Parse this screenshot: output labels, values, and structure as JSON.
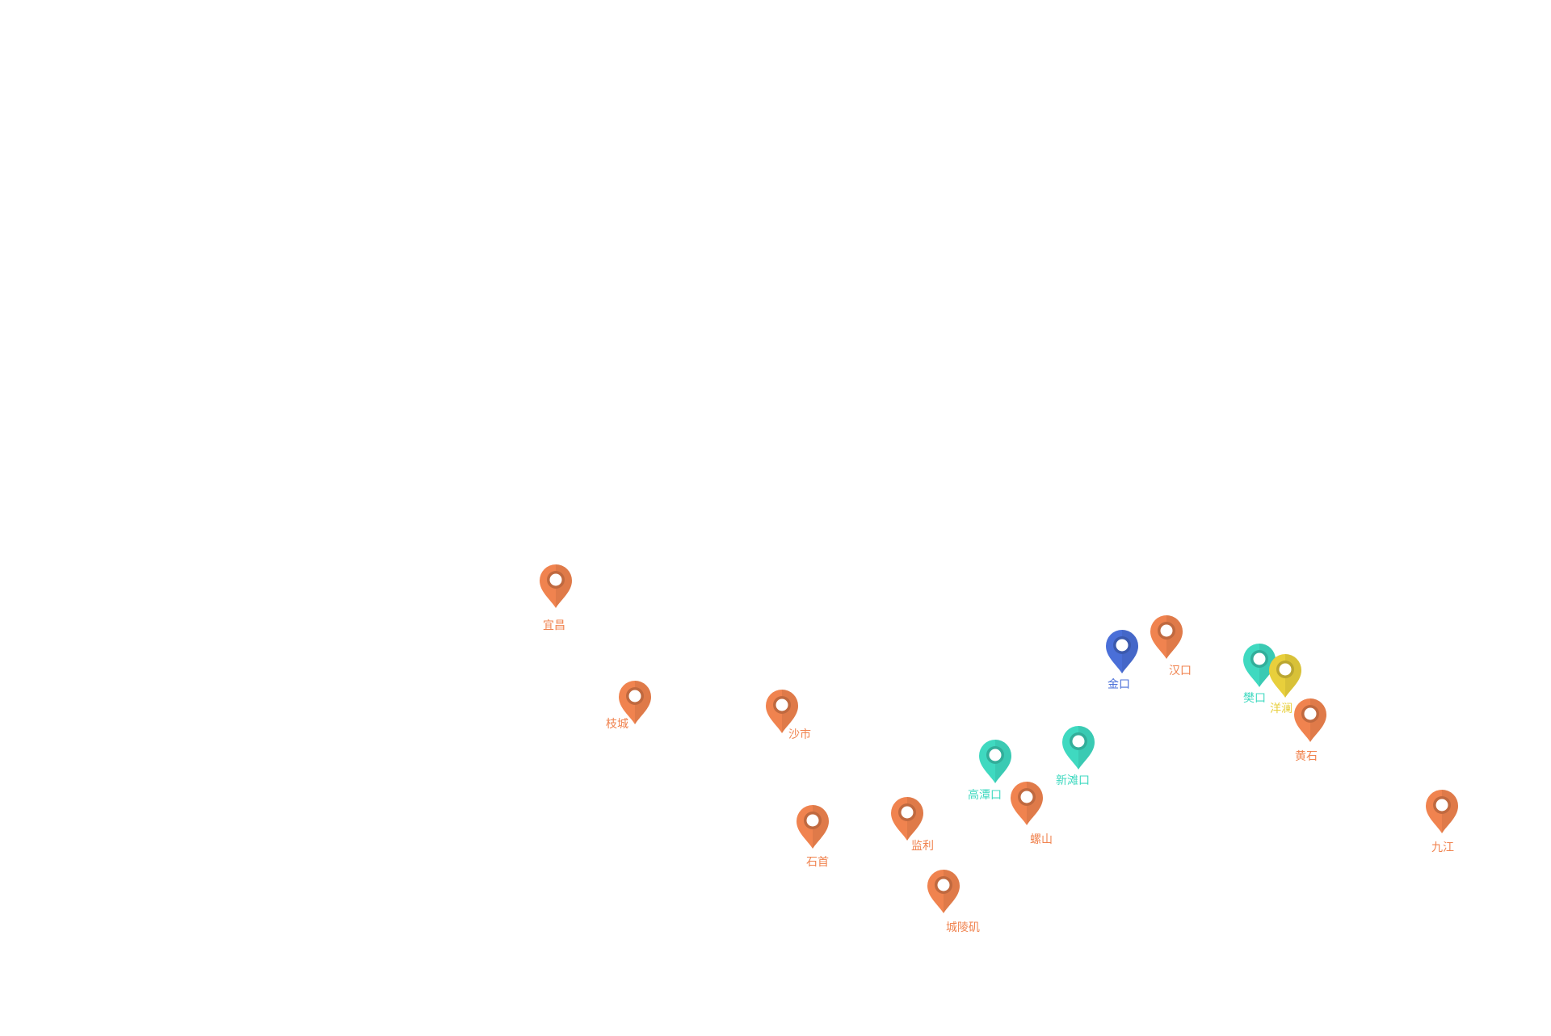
{
  "colors": {
    "orange": "#f0834f",
    "teal": "#3fd9c0",
    "blue": "#4a6fd8",
    "yellow": "#e8cf3c",
    "background": "#ffffff"
  },
  "map": {
    "markers": [
      {
        "id": "yichang",
        "label": "宜昌",
        "color": "orange",
        "icon": "map-pin-icon"
      },
      {
        "id": "zhicheng",
        "label": "枝城",
        "color": "orange",
        "icon": "map-pin-icon"
      },
      {
        "id": "shashi",
        "label": "沙市",
        "color": "orange",
        "icon": "map-pin-icon"
      },
      {
        "id": "shishou",
        "label": "石首",
        "color": "orange",
        "icon": "map-pin-icon"
      },
      {
        "id": "jianli",
        "label": "监利",
        "color": "orange",
        "icon": "map-pin-icon"
      },
      {
        "id": "chenglingji",
        "label": "城陵矶",
        "color": "orange",
        "icon": "map-pin-icon"
      },
      {
        "id": "gaotankou",
        "label": "高潭口",
        "color": "teal",
        "icon": "map-pin-icon"
      },
      {
        "id": "xintankou",
        "label": "新滩口",
        "color": "teal",
        "icon": "map-pin-icon"
      },
      {
        "id": "luoshan",
        "label": "螺山",
        "color": "orange",
        "icon": "map-pin-icon"
      },
      {
        "id": "jinkou",
        "label": "金口",
        "color": "blue",
        "icon": "map-pin-icon"
      },
      {
        "id": "hankou",
        "label": "汉口",
        "color": "orange",
        "icon": "map-pin-icon"
      },
      {
        "id": "fankou",
        "label": "樊口",
        "color": "teal",
        "icon": "map-pin-icon"
      },
      {
        "id": "yanglan",
        "label": "洋澜",
        "color": "yellow",
        "icon": "map-pin-icon"
      },
      {
        "id": "huangshi",
        "label": "黄石",
        "color": "orange",
        "icon": "map-pin-icon"
      },
      {
        "id": "jiujiang",
        "label": "九江",
        "color": "orange",
        "icon": "map-pin-icon"
      }
    ]
  }
}
